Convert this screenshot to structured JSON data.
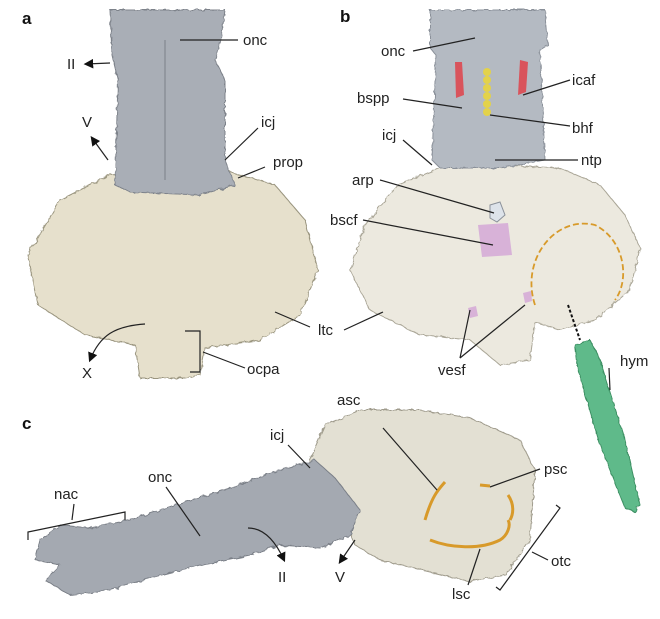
{
  "panels": {
    "a": {
      "letter": "a",
      "labels": {
        "onc": "onc",
        "II": "II",
        "V": "V",
        "icj": "icj",
        "prop": "prop",
        "ltc": "ltc",
        "X": "X",
        "ocpa": "ocpa"
      }
    },
    "b": {
      "letter": "b",
      "labels": {
        "onc": "onc",
        "icaf": "icaf",
        "bspp": "bspp",
        "bhf": "bhf",
        "icj": "icj",
        "ntp": "ntp",
        "arp": "arp",
        "bscf": "bscf",
        "vesf": "vesf",
        "hym": "hym"
      }
    },
    "c": {
      "letter": "c",
      "labels": {
        "asc": "asc",
        "icj": "icj",
        "psc": "psc",
        "onc": "onc",
        "nac": "nac",
        "II": "II",
        "V": "V",
        "lsc": "lsc",
        "otc": "otc"
      }
    }
  },
  "colors": {
    "neurocranium_grey": "#a9aeb6",
    "otic_beige": "#e6e0cc",
    "icaf_red": "#d9545c",
    "bhf_yellow": "#e3d24a",
    "bscf_pink": "#d8b2d8",
    "canal_orange": "#d89a2a",
    "hym_green": "#5fba8a",
    "line": "#222222"
  }
}
